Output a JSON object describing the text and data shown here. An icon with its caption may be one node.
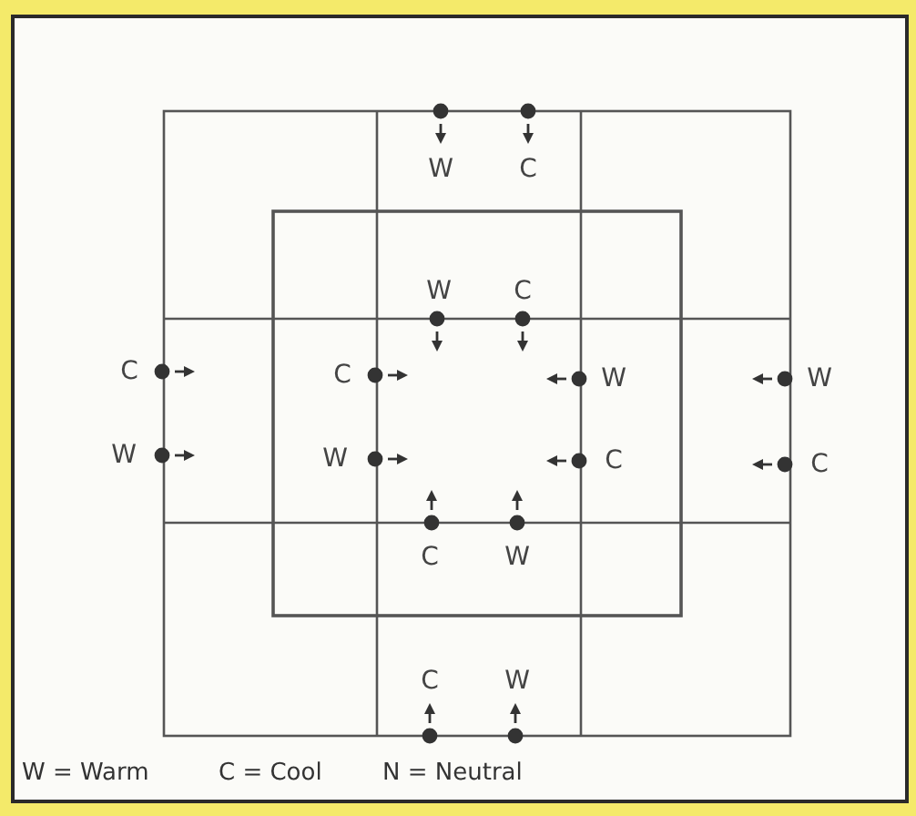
{
  "diagram": {
    "labels": [
      "W",
      "C",
      "W",
      "C",
      "C",
      "C",
      "W",
      "W",
      "W",
      "W",
      "C",
      "C",
      "C",
      "W",
      "C",
      "W",
      "W = Warm",
      "C = Cool",
      "N = Neutral"
    ]
  }
}
